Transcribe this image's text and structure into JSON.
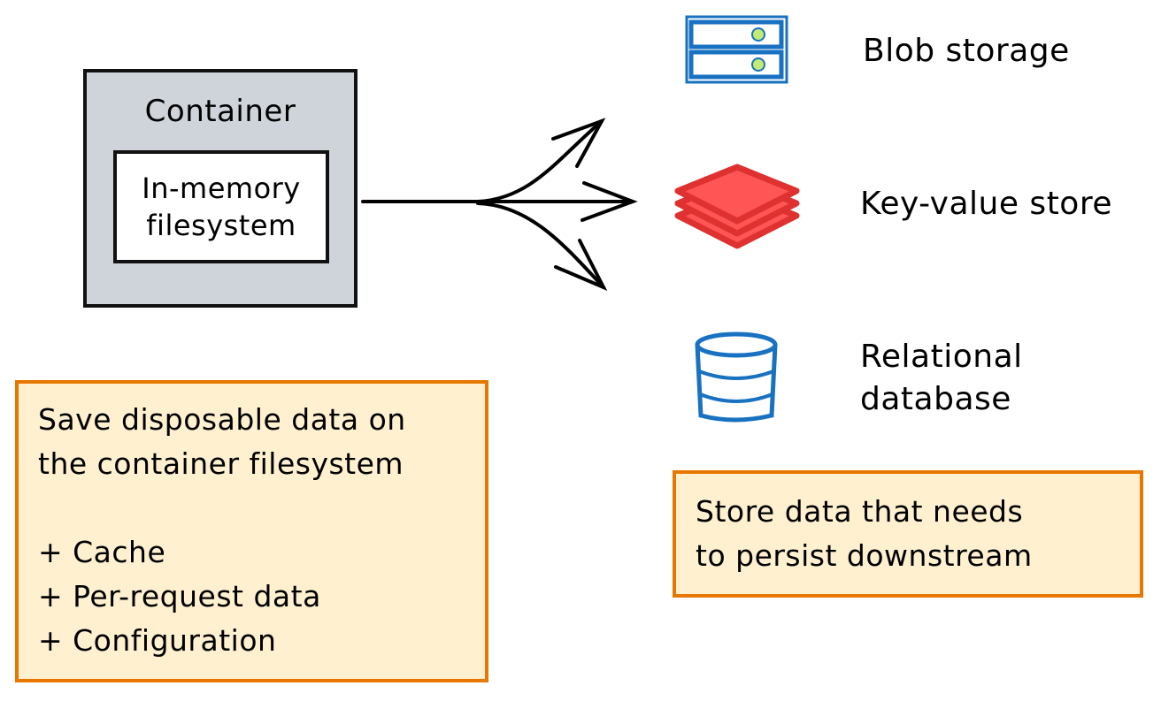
{
  "container": {
    "title": "Container",
    "inner_line1": "In-memory",
    "inner_line2": "filesystem"
  },
  "storage_options": [
    {
      "label": "Blob storage",
      "icon": "blob-storage-icon"
    },
    {
      "label": "Key-value store",
      "icon": "key-value-stack-icon"
    },
    {
      "label_line1": "Relational",
      "label_line2": "database",
      "icon": "database-cylinder-icon"
    }
  ],
  "left_note": {
    "line1": "Save disposable data on",
    "line2": "the container filesystem",
    "items": [
      "+ Cache",
      "+ Per-request data",
      "+ Configuration"
    ]
  },
  "right_note": {
    "line1": "Store data that needs",
    "line2": "to persist downstream"
  },
  "colors": {
    "container_fill": "#ced4da",
    "note_fill": "#fff0cf",
    "note_border": "#e67700",
    "blob_blue": "#1971c2",
    "blob_dot": "#c0eb75",
    "kv_red": "#e03131",
    "kv_fill": "#ff5555",
    "db_blue": "#1971c2"
  }
}
